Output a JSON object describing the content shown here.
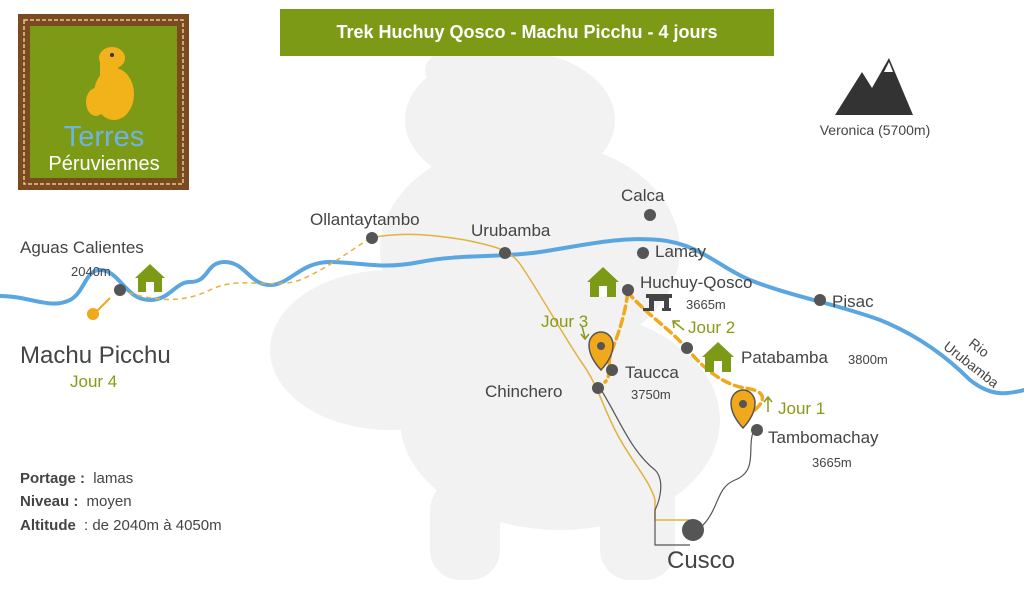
{
  "title": "Trek Huchuy Qosco - Machu Picchu - 4 jours",
  "logo": {
    "line1": "Terres",
    "line2": "Péruviennes"
  },
  "mountain": {
    "name": "Veronica (5700m)"
  },
  "places": {
    "aguas_calientes": "Aguas Calientes",
    "aguas_calientes_alt": "2040m",
    "machu_picchu": "Machu Picchu",
    "ollantaytambo": "Ollantaytambo",
    "urubamba": "Urubamba",
    "calca": "Calca",
    "lamay": "Lamay",
    "huchuy_qosco": "Huchuy-Qosco",
    "huchuy_qosco_alt": "3665m",
    "pisac": "Pisac",
    "patabamba": "Patabamba",
    "patabamba_alt": "3800m",
    "taucca": "Taucca",
    "taucca_alt": "3750m",
    "chinchero": "Chinchero",
    "tambomachay": "Tambomachay",
    "tambomachay_alt": "3665m",
    "cusco": "Cusco"
  },
  "river": {
    "line1": "Rio",
    "line2": "Urubamba"
  },
  "days": {
    "day1": "Jour 1",
    "day2": "Jour 2",
    "day3": "Jour 3",
    "day4": "Jour 4"
  },
  "info": {
    "portage_label": "Portage :",
    "portage_value": "lamas",
    "niveau_label": "Niveau :",
    "niveau_value": "moyen",
    "altitude_label": "Altitude",
    "altitude_value": ": de 2040m à 4050m"
  },
  "colors": {
    "title_bg": "#7d9a16",
    "river": "#5aa6e0",
    "trek": "#f0a81c",
    "road": "#e2b23c",
    "house": "#7d9a16",
    "day_text": "#8a9a15",
    "point": "#555555",
    "watermark": "#f2f2f2"
  }
}
